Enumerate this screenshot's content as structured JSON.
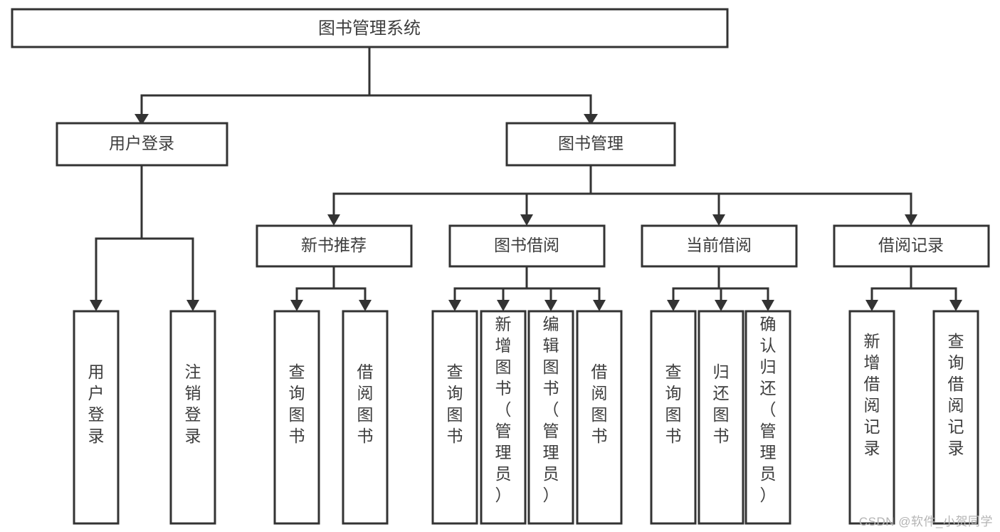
{
  "title": "图书管理系统",
  "watermark": "CSDN @软件_小贺同学",
  "colors": {
    "box_stroke": "#333333",
    "box_fill": "#ffffff",
    "text": "#3d3d3d",
    "background": "#ffffff",
    "watermark": "#b4b4b4"
  },
  "chart_data": {
    "type": "diagram",
    "diagram_kind": "tree-hierarchy",
    "title": "图书管理系统",
    "orientation": "top-down",
    "levels": 3,
    "root": {
      "label": "图书管理系统",
      "children": [
        {
          "label": "用户登录",
          "children": [
            {
              "label": "用户登录"
            },
            {
              "label": "注销登录"
            }
          ]
        },
        {
          "label": "图书管理",
          "children": [
            {
              "label": "新书推荐",
              "children": [
                {
                  "label": "查询图书"
                },
                {
                  "label": "借阅图书"
                }
              ]
            },
            {
              "label": "图书借阅",
              "children": [
                {
                  "label": "查询图书"
                },
                {
                  "label": "新增图书（管理员）"
                },
                {
                  "label": "编辑图书（管理员）"
                },
                {
                  "label": "借阅图书"
                }
              ]
            },
            {
              "label": "当前借阅",
              "children": [
                {
                  "label": "查询图书"
                },
                {
                  "label": "归还图书"
                },
                {
                  "label": "确认归还（管理员）"
                }
              ]
            },
            {
              "label": "借阅记录",
              "children": [
                {
                  "label": "新增借阅记录"
                },
                {
                  "label": "查询借阅记录"
                }
              ]
            }
          ]
        }
      ]
    }
  },
  "nodes": {
    "root": {
      "label": "图书管理系统"
    },
    "level1": [
      {
        "label": "用户登录"
      },
      {
        "label": "图书管理"
      }
    ],
    "level2": [
      {
        "label": "新书推荐"
      },
      {
        "label": "图书借阅"
      },
      {
        "label": "当前借阅"
      },
      {
        "label": "借阅记录"
      }
    ],
    "leaves_login": [
      {
        "lines": [
          "用",
          "户",
          "登",
          "录"
        ]
      },
      {
        "lines": [
          "注",
          "销",
          "登",
          "录"
        ]
      }
    ],
    "leaves_recommend": [
      {
        "lines": [
          "查",
          "询",
          "图",
          "书"
        ]
      },
      {
        "lines": [
          "借",
          "阅",
          "图",
          "书"
        ]
      }
    ],
    "leaves_borrow": [
      {
        "lines": [
          "查",
          "询",
          "图",
          "书"
        ]
      },
      {
        "lines": [
          "新",
          "增",
          "图",
          "书",
          "（",
          "管",
          "理",
          "员",
          "）"
        ]
      },
      {
        "lines": [
          "编",
          "辑",
          "图",
          "书",
          "（",
          "管",
          "理",
          "员",
          "）"
        ]
      },
      {
        "lines": [
          "借",
          "阅",
          "图",
          "书"
        ]
      }
    ],
    "leaves_current": [
      {
        "lines": [
          "查",
          "询",
          "图",
          "书"
        ]
      },
      {
        "lines": [
          "归",
          "还",
          "图",
          "书"
        ]
      },
      {
        "lines": [
          "确",
          "认",
          "归",
          "还",
          "（",
          "管",
          "理",
          "员",
          "）"
        ]
      }
    ],
    "leaves_record": [
      {
        "lines": [
          "新",
          "增",
          "借",
          "阅",
          "记",
          "录"
        ]
      },
      {
        "lines": [
          "查",
          "询",
          "借",
          "阅",
          "记",
          "录"
        ]
      }
    ]
  }
}
